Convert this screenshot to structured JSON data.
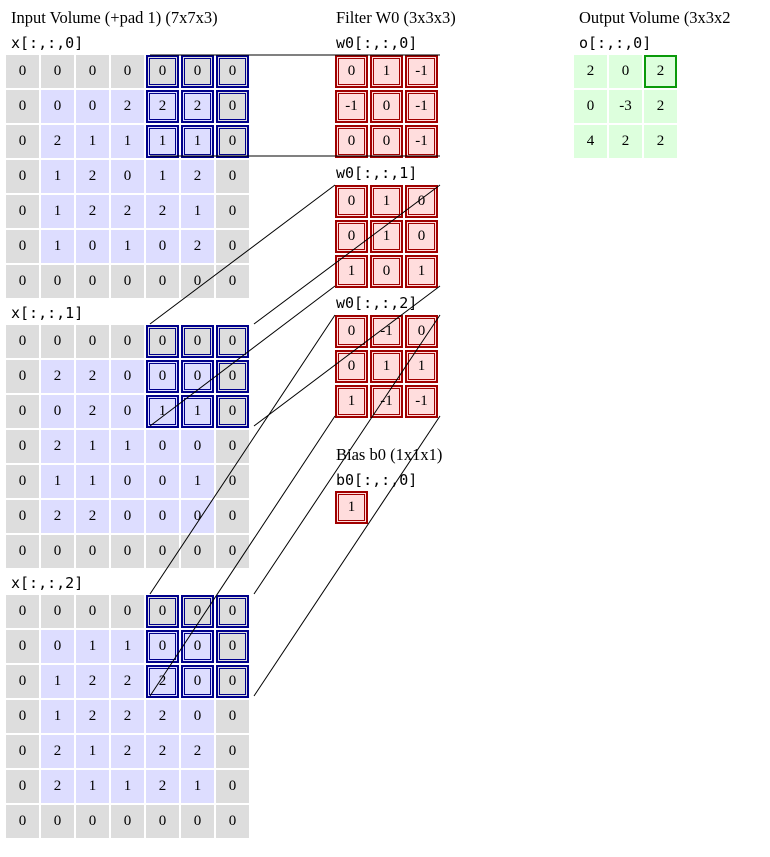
{
  "input": {
    "title": "Input Volume (+pad 1) (7x7x3)",
    "slices": [
      {
        "label": "x[:,:,0]",
        "rows": [
          [
            "0",
            "0",
            "0",
            "0",
            "0",
            "0",
            "0"
          ],
          [
            "0",
            "0",
            "0",
            "2",
            "2",
            "2",
            "0"
          ],
          [
            "0",
            "2",
            "1",
            "1",
            "1",
            "1",
            "0"
          ],
          [
            "0",
            "1",
            "2",
            "0",
            "1",
            "2",
            "0"
          ],
          [
            "0",
            "1",
            "2",
            "2",
            "2",
            "1",
            "0"
          ],
          [
            "0",
            "1",
            "0",
            "1",
            "0",
            "2",
            "0"
          ],
          [
            "0",
            "0",
            "0",
            "0",
            "0",
            "0",
            "0"
          ]
        ]
      },
      {
        "label": "x[:,:,1]",
        "rows": [
          [
            "0",
            "0",
            "0",
            "0",
            "0",
            "0",
            "0"
          ],
          [
            "0",
            "2",
            "2",
            "0",
            "0",
            "0",
            "0"
          ],
          [
            "0",
            "0",
            "2",
            "0",
            "1",
            "1",
            "0"
          ],
          [
            "0",
            "2",
            "1",
            "1",
            "0",
            "0",
            "0"
          ],
          [
            "0",
            "1",
            "1",
            "0",
            "0",
            "1",
            "0"
          ],
          [
            "0",
            "2",
            "2",
            "0",
            "0",
            "0",
            "0"
          ],
          [
            "0",
            "0",
            "0",
            "0",
            "0",
            "0",
            "0"
          ]
        ]
      },
      {
        "label": "x[:,:,2]",
        "rows": [
          [
            "0",
            "0",
            "0",
            "0",
            "0",
            "0",
            "0"
          ],
          [
            "0",
            "0",
            "1",
            "1",
            "0",
            "0",
            "0"
          ],
          [
            "0",
            "1",
            "2",
            "2",
            "2",
            "0",
            "0"
          ],
          [
            "0",
            "1",
            "2",
            "2",
            "2",
            "0",
            "0"
          ],
          [
            "0",
            "2",
            "1",
            "2",
            "2",
            "2",
            "0"
          ],
          [
            "0",
            "2",
            "1",
            "1",
            "2",
            "1",
            "0"
          ],
          [
            "0",
            "0",
            "0",
            "0",
            "0",
            "0",
            "0"
          ]
        ]
      }
    ]
  },
  "filter": {
    "title": "Filter W0 (3x3x3)",
    "slices": [
      {
        "label": "w0[:,:,0]",
        "rows": [
          [
            "0",
            "1",
            "-1"
          ],
          [
            "-1",
            "0",
            "-1"
          ],
          [
            "0",
            "0",
            "-1"
          ]
        ]
      },
      {
        "label": "w0[:,:,1]",
        "rows": [
          [
            "0",
            "1",
            "0"
          ],
          [
            "0",
            "1",
            "0"
          ],
          [
            "1",
            "0",
            "1"
          ]
        ]
      },
      {
        "label": "w0[:,:,2]",
        "rows": [
          [
            "0",
            "-1",
            "0"
          ],
          [
            "0",
            "1",
            "1"
          ],
          [
            "1",
            "-1",
            "-1"
          ]
        ]
      }
    ]
  },
  "bias": {
    "title": "Bias b0 (1x1x1)",
    "label": "b0[:,:,0]",
    "value": "1"
  },
  "output": {
    "title": "Output Volume (3x3x2",
    "label": "o[:,:,0]",
    "rows": [
      [
        "2",
        "0",
        "2"
      ],
      [
        "0",
        "-3",
        "2"
      ],
      [
        "4",
        "2",
        "2"
      ]
    ]
  },
  "colors": {
    "padding": "#dddddd",
    "input": "#ddddff",
    "receptive_field_border": "#00008b",
    "weight": "#ffdddd",
    "weight_border": "#a00000",
    "output": "#ddffdd",
    "output_highlight_border": "#0a9a0a"
  }
}
